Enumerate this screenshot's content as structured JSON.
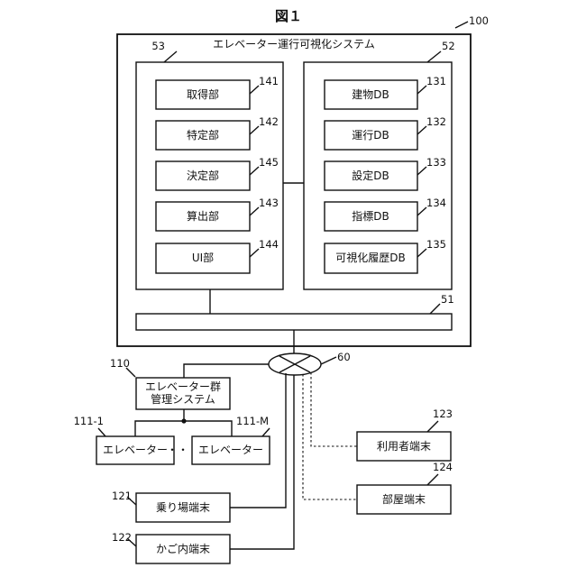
{
  "figure_title": "図１",
  "system": {
    "label": "エレベーター運行可視化システム",
    "ref": "100",
    "processor": {
      "ref": "53",
      "units": [
        {
          "label": "取得部",
          "ref": "141"
        },
        {
          "label": "特定部",
          "ref": "142"
        },
        {
          "label": "決定部",
          "ref": "145"
        },
        {
          "label": "算出部",
          "ref": "143"
        },
        {
          "label": "UI部",
          "ref": "144"
        }
      ]
    },
    "storage": {
      "ref": "52",
      "databases": [
        {
          "label": "建物DB",
          "ref": "131"
        },
        {
          "label": "運行DB",
          "ref": "132"
        },
        {
          "label": "設定DB",
          "ref": "133"
        },
        {
          "label": "指標DB",
          "ref": "134"
        },
        {
          "label": "可視化履歴DB",
          "ref": "135"
        }
      ]
    },
    "interface_ref": "51"
  },
  "network_ref": "60",
  "group_control": {
    "label_line1": "エレベーター群",
    "label_line2": "管理システム",
    "ref": "110"
  },
  "elevators": [
    {
      "label": "エレベーター",
      "ref": "111-1"
    },
    {
      "label": "エレベーター",
      "ref": "111-M"
    }
  ],
  "ellipsis": "・・・",
  "terminals": [
    {
      "label": "乗り場端末",
      "ref": "121"
    },
    {
      "label": "かご内端末",
      "ref": "122"
    },
    {
      "label": "利用者端末",
      "ref": "123"
    },
    {
      "label": "部屋端末",
      "ref": "124"
    }
  ]
}
